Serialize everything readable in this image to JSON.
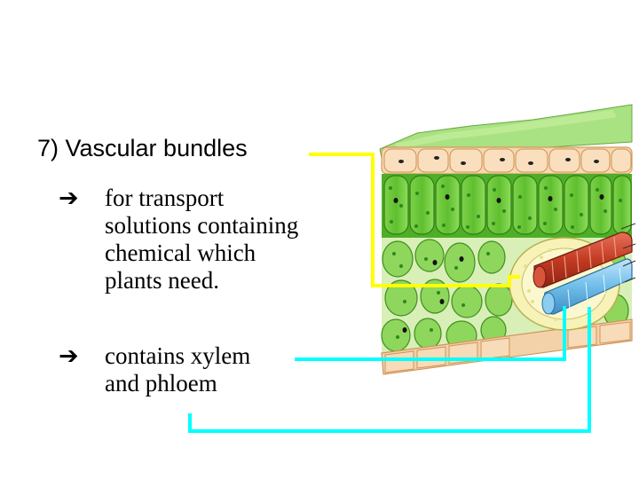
{
  "title": "7) Vascular bundles",
  "bullets": [
    {
      "lines": [
        "for transport",
        "solutions containing",
        "chemical which",
        "plants need."
      ],
      "marker": "right-arrow-icon",
      "connector_color": "#ffff00"
    },
    {
      "lines": [
        "contains xylem",
        "and phloem"
      ],
      "marker": "right-arrow-icon",
      "connector_color": "#00ffff"
    }
  ],
  "illustration": "leaf-cross-section",
  "colors": {
    "yellow_connector": "#ffff00",
    "cyan_connector": "#00ffff",
    "palisade_green": "#66cc33",
    "epidermis_tan": "#f5d6b0",
    "xylem_red": "#cc3322",
    "phloem_blue": "#66bbee"
  }
}
